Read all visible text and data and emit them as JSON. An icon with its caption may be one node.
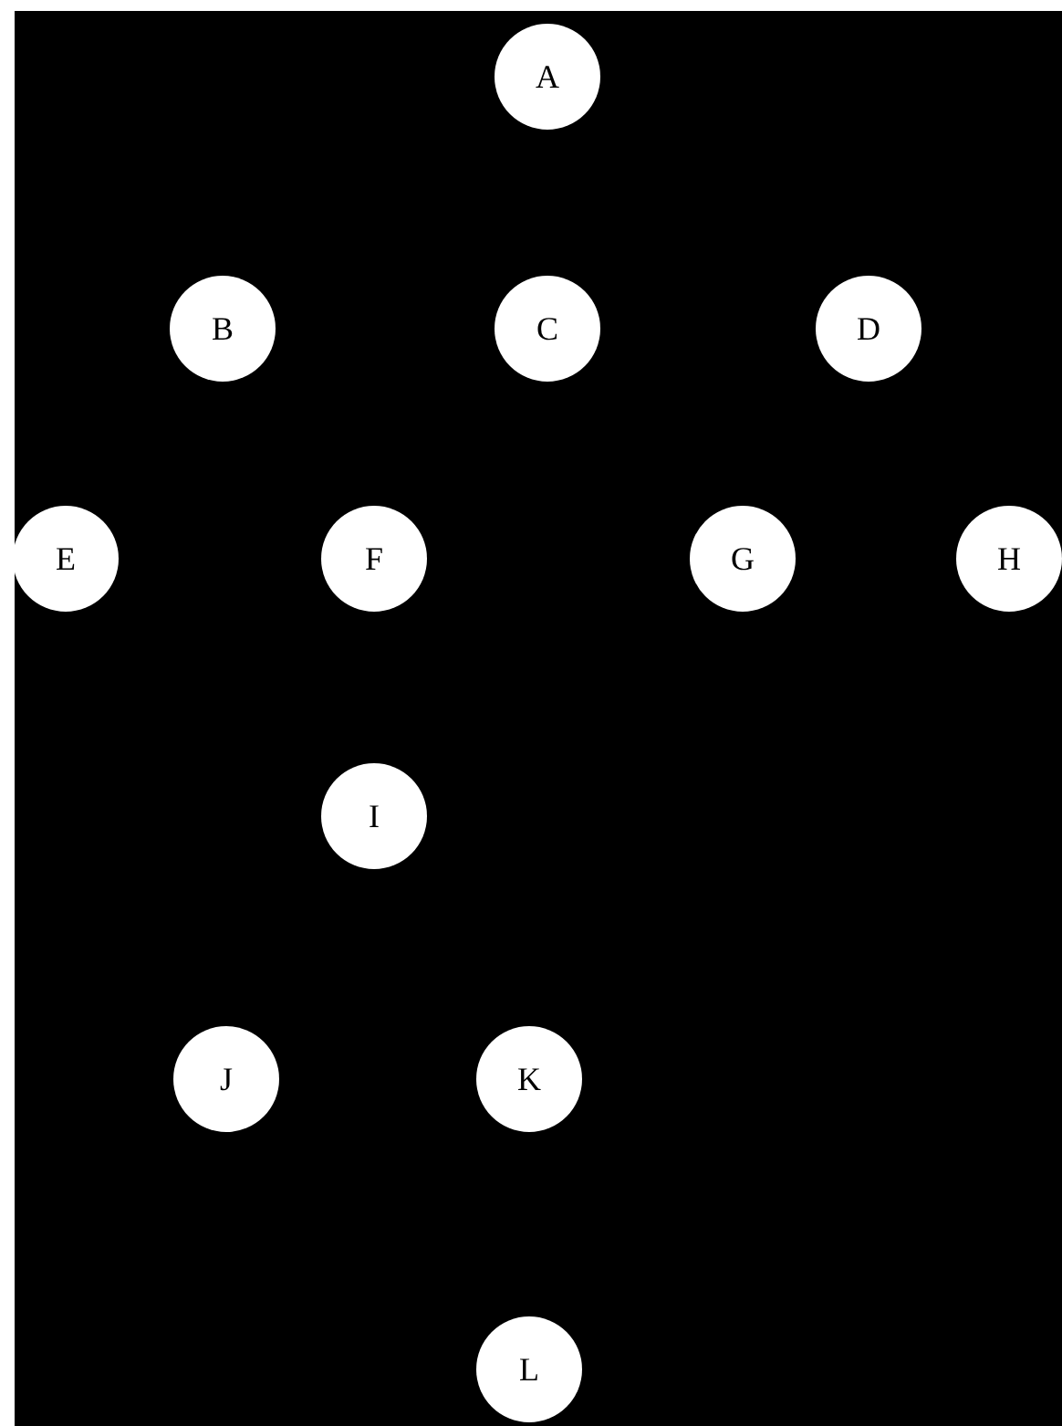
{
  "diagram": {
    "nodes": [
      {
        "text": [
          "A"
        ]
      },
      {
        "text": [
          "B"
        ]
      },
      {
        "text": [
          "C"
        ]
      },
      {
        "text": [
          "D"
        ]
      },
      {
        "text": [
          "E"
        ]
      },
      {
        "text": [
          "F"
        ]
      },
      {
        "text": [
          "G"
        ]
      },
      {
        "text": [
          "H"
        ]
      },
      {
        "text": [
          "I"
        ]
      },
      {
        "text": [
          "J"
        ]
      },
      {
        "text": [
          "K"
        ]
      },
      {
        "text": [
          "L"
        ]
      }
    ]
  }
}
